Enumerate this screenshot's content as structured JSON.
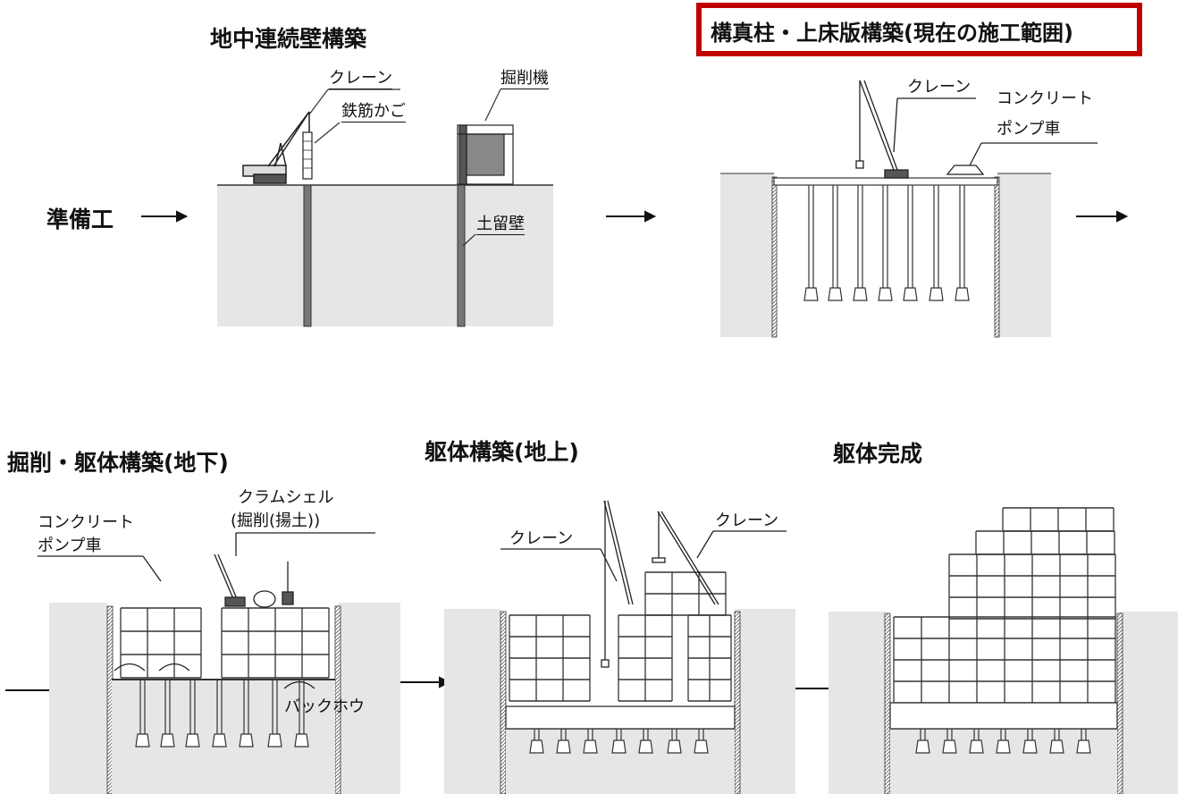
{
  "steps": {
    "prep": {
      "title": "準備工"
    },
    "wall": {
      "title": "地中連続壁構築",
      "crane": "クレーン",
      "cage": "鉄筋かご",
      "excavator": "掘削機",
      "retaining_wall": "土留壁"
    },
    "column": {
      "title": "構真柱・上床版構築(現在の施工範囲)",
      "crane": "クレーン",
      "pump_line1": "コンクリート",
      "pump_line2": "ポンプ車"
    },
    "excavation": {
      "title": "掘削・躯体構築(地下)",
      "pump_line1": "コンクリート",
      "pump_line2": "ポンプ車",
      "clam_line1": "クラムシェル",
      "clam_line2": "(掘削(揚土))",
      "backhoe": "バックホウ"
    },
    "above": {
      "title": "躯体構築(地上)",
      "crane_left": "クレーン",
      "crane_right": "クレーン"
    },
    "complete": {
      "title": "躯体完成"
    }
  },
  "colors": {
    "ground": "#e6e6e6",
    "line": "#333333",
    "highlight": "#c00000"
  }
}
